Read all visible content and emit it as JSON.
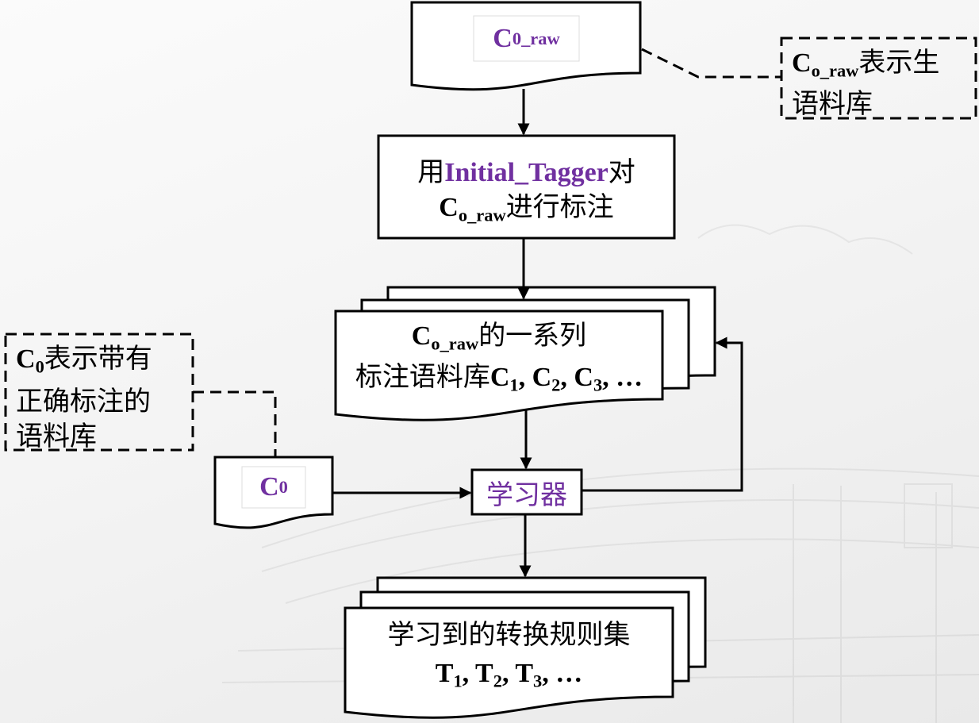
{
  "colors": {
    "accent": "#7030a0",
    "stroke": "#000000"
  },
  "raw_corpus_doc": {
    "main": "C",
    "sub": "0_raw"
  },
  "raw_corpus_note": {
    "line1": {
      "main": "C",
      "sub": "o_raw",
      "rest": "表示生"
    },
    "line2": "语料库"
  },
  "tagger_step": {
    "line1": {
      "pre": "用",
      "highlight": "Initial_Tagger",
      "post": "对"
    },
    "line2": {
      "main": "C",
      "sub": "o_raw",
      "rest": "进行标注"
    }
  },
  "tagged_corpora": {
    "line1": {
      "main": "C",
      "sub": "o_raw",
      "rest": "的一系列"
    },
    "line2": {
      "pre": "标注语料库",
      "items": [
        {
          "main": "C",
          "sub": "1"
        },
        {
          "main": "C",
          "sub": "2"
        },
        {
          "main": "C",
          "sub": "3"
        }
      ],
      "separator": ", ",
      "ellipsis": "…"
    }
  },
  "gold_corpus_doc": {
    "main": "C",
    "sub": "0"
  },
  "gold_corpus_note": {
    "line1": {
      "main": "C",
      "sub": "0",
      "rest": "表示带有"
    },
    "line2": "正确标注的",
    "line3": "语料库"
  },
  "learner": {
    "label": "学习器"
  },
  "rule_sets": {
    "line1": "学习到的转换规则集",
    "line2": {
      "items": [
        {
          "main": "T",
          "sub": "1"
        },
        {
          "main": "T",
          "sub": "2"
        },
        {
          "main": "T",
          "sub": "3"
        }
      ],
      "separator": ", ",
      "ellipsis": "…"
    }
  }
}
